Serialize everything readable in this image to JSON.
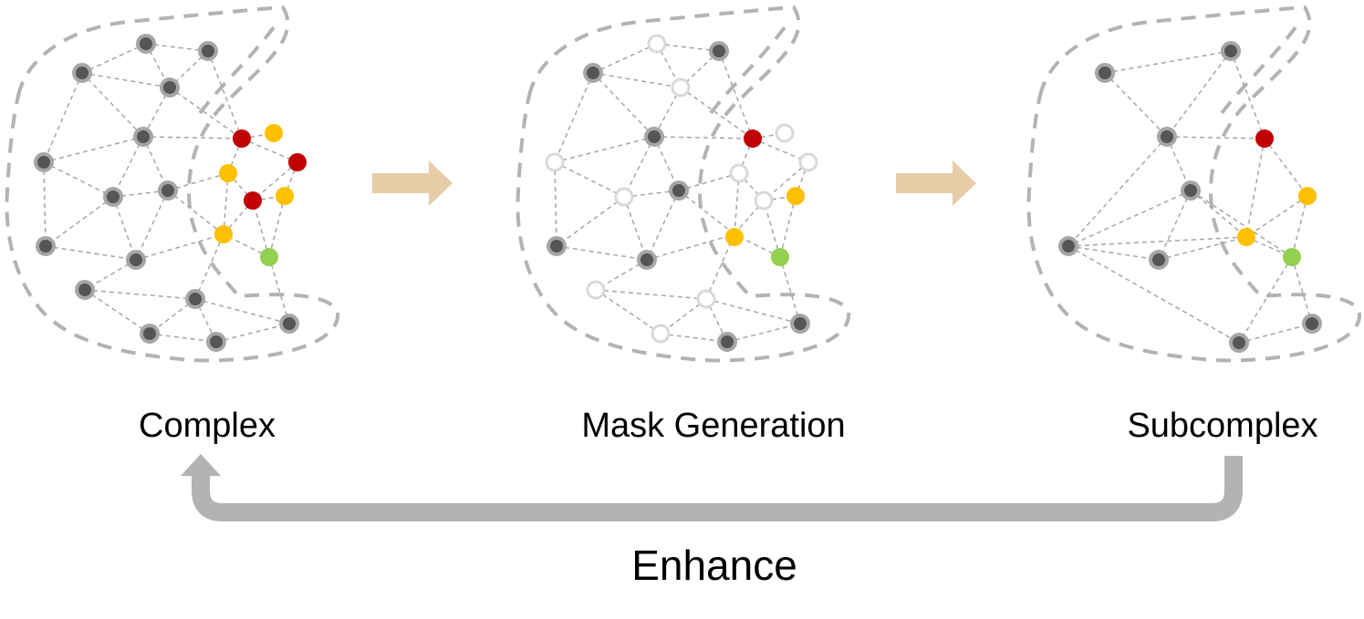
{
  "stages": [
    {
      "label": "Complex"
    },
    {
      "label": "Mask Generation"
    },
    {
      "label": "Subcomplex"
    }
  ],
  "feedback": {
    "label": "Enhance"
  },
  "colors": {
    "region_outline": "#b3b3b3",
    "edge": "#a6a6a6",
    "node_fill": "#555555",
    "node_ring": "#a6a6a6",
    "masked_node": "#d9d9d9",
    "highlight_red": "#c00000",
    "highlight_yellow": "#ffc000",
    "highlight_green": "#92d050",
    "forward_arrow": "#e6cda8",
    "feedback_arrow": "#b3b3b3"
  }
}
